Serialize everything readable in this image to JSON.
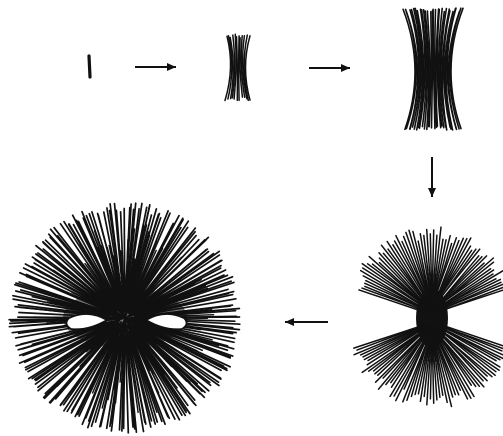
{
  "figure": {
    "ink_color": "#111111",
    "background_color": "#ffffff",
    "stages": [
      {
        "name": "single-crystal-rod"
      },
      {
        "name": "sheaf-bundle"
      },
      {
        "name": "wider-sheaf-bundle"
      },
      {
        "name": "dumbbell-fan"
      },
      {
        "name": "spherulite"
      }
    ],
    "arrows": [
      {
        "name": "arrow-stage1-to-stage2",
        "direction": "right"
      },
      {
        "name": "arrow-stage2-to-stage3",
        "direction": "right"
      },
      {
        "name": "arrow-stage3-to-stage4",
        "direction": "down"
      },
      {
        "name": "arrow-stage4-to-stage5",
        "direction": "left"
      }
    ]
  }
}
